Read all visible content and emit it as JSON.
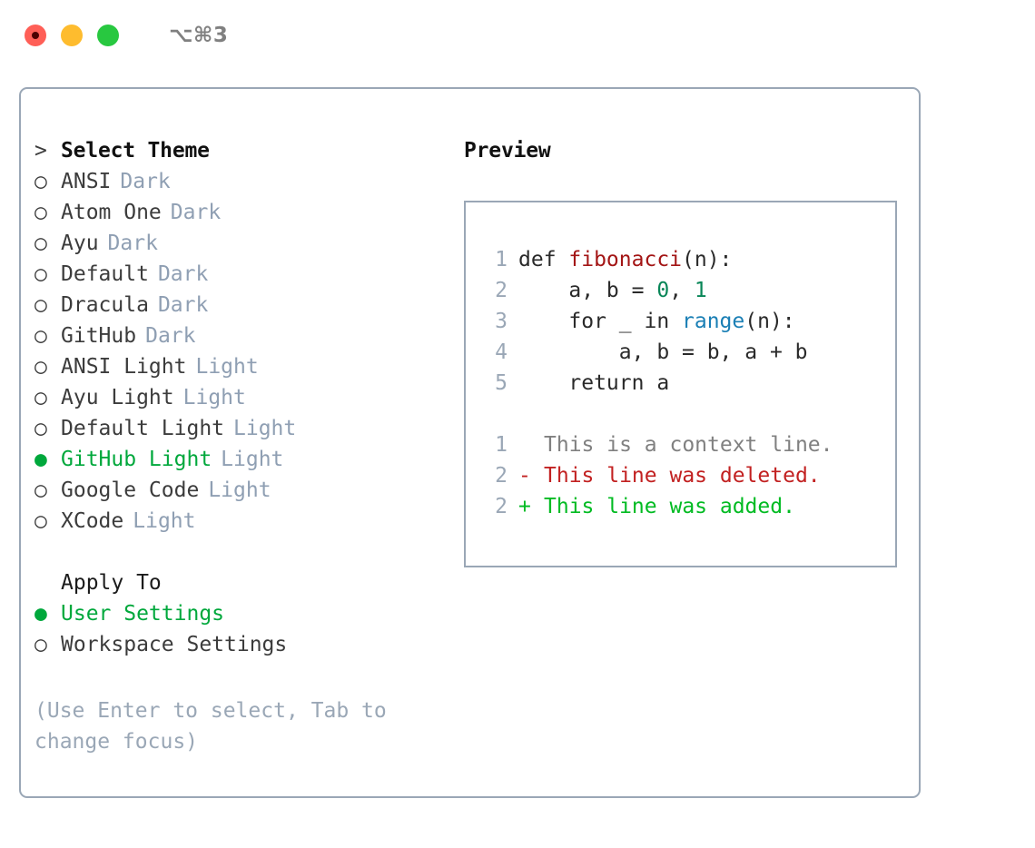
{
  "titlebar": {
    "shortcut": "⌥⌘3",
    "buttons": [
      {
        "name": "close",
        "color": "#ff5f57"
      },
      {
        "name": "minimize",
        "color": "#febc2e"
      },
      {
        "name": "maximize",
        "color": "#28c840"
      }
    ]
  },
  "theme_picker": {
    "prompt_marker": ">",
    "title": "Select Theme",
    "unselected_marker": "○",
    "selected_marker": "●",
    "items": [
      {
        "label": "ANSI",
        "badge": "Dark",
        "selected": false
      },
      {
        "label": "Atom One",
        "badge": "Dark",
        "selected": false
      },
      {
        "label": "Ayu",
        "badge": "Dark",
        "selected": false
      },
      {
        "label": "Default",
        "badge": "Dark",
        "selected": false
      },
      {
        "label": "Dracula",
        "badge": "Dark",
        "selected": false
      },
      {
        "label": "GitHub",
        "badge": "Dark",
        "selected": false
      },
      {
        "label": "ANSI Light",
        "badge": "Light",
        "selected": false
      },
      {
        "label": "Ayu Light",
        "badge": "Light",
        "selected": false
      },
      {
        "label": "Default Light",
        "badge": "Light",
        "selected": false
      },
      {
        "label": "GitHub Light",
        "badge": "Light",
        "selected": true
      },
      {
        "label": "Google Code",
        "badge": "Light",
        "selected": false
      },
      {
        "label": "XCode",
        "badge": "Light",
        "selected": false
      }
    ]
  },
  "apply_to": {
    "title": "Apply To",
    "items": [
      {
        "label": "User Settings",
        "selected": true
      },
      {
        "label": "Workspace Settings",
        "selected": false
      }
    ]
  },
  "hint": "(Use Enter to select, Tab to change focus)",
  "preview": {
    "title": "Preview",
    "code_lines": [
      {
        "n": "1",
        "tokens": [
          {
            "t": "def ",
            "c": "plain"
          },
          {
            "t": "fibonacci",
            "c": "fn"
          },
          {
            "t": "(n):",
            "c": "plain"
          }
        ]
      },
      {
        "n": "2",
        "tokens": [
          {
            "t": "    a, b = ",
            "c": "plain"
          },
          {
            "t": "0",
            "c": "num"
          },
          {
            "t": ", ",
            "c": "plain"
          },
          {
            "t": "1",
            "c": "num"
          }
        ]
      },
      {
        "n": "3",
        "tokens": [
          {
            "t": "    for _ in ",
            "c": "plain"
          },
          {
            "t": "range",
            "c": "call"
          },
          {
            "t": "(n):",
            "c": "plain"
          }
        ]
      },
      {
        "n": "4",
        "tokens": [
          {
            "t": "        a, b = b, a + b",
            "c": "plain"
          }
        ]
      },
      {
        "n": "5",
        "tokens": [
          {
            "t": "    return a",
            "c": "plain"
          }
        ]
      }
    ],
    "diff_lines": [
      {
        "n": "1",
        "sign": " ",
        "text": "This is a context line.",
        "kind": "ctx"
      },
      {
        "n": "2",
        "sign": "-",
        "text": "This line was deleted.",
        "kind": "del"
      },
      {
        "n": "2",
        "sign": "+",
        "text": "This line was added.",
        "kind": "add"
      }
    ]
  },
  "colors": {
    "selected_green": "#00a83c",
    "badge_grey": "#8f9fb3",
    "border": "#9aa7b6",
    "diff_add": "#00bb22",
    "diff_del": "#c22121",
    "diff_ctx": "#808080",
    "fn_red": "#a31515",
    "num_teal": "#098658",
    "call_blue": "#1a7fb5"
  }
}
